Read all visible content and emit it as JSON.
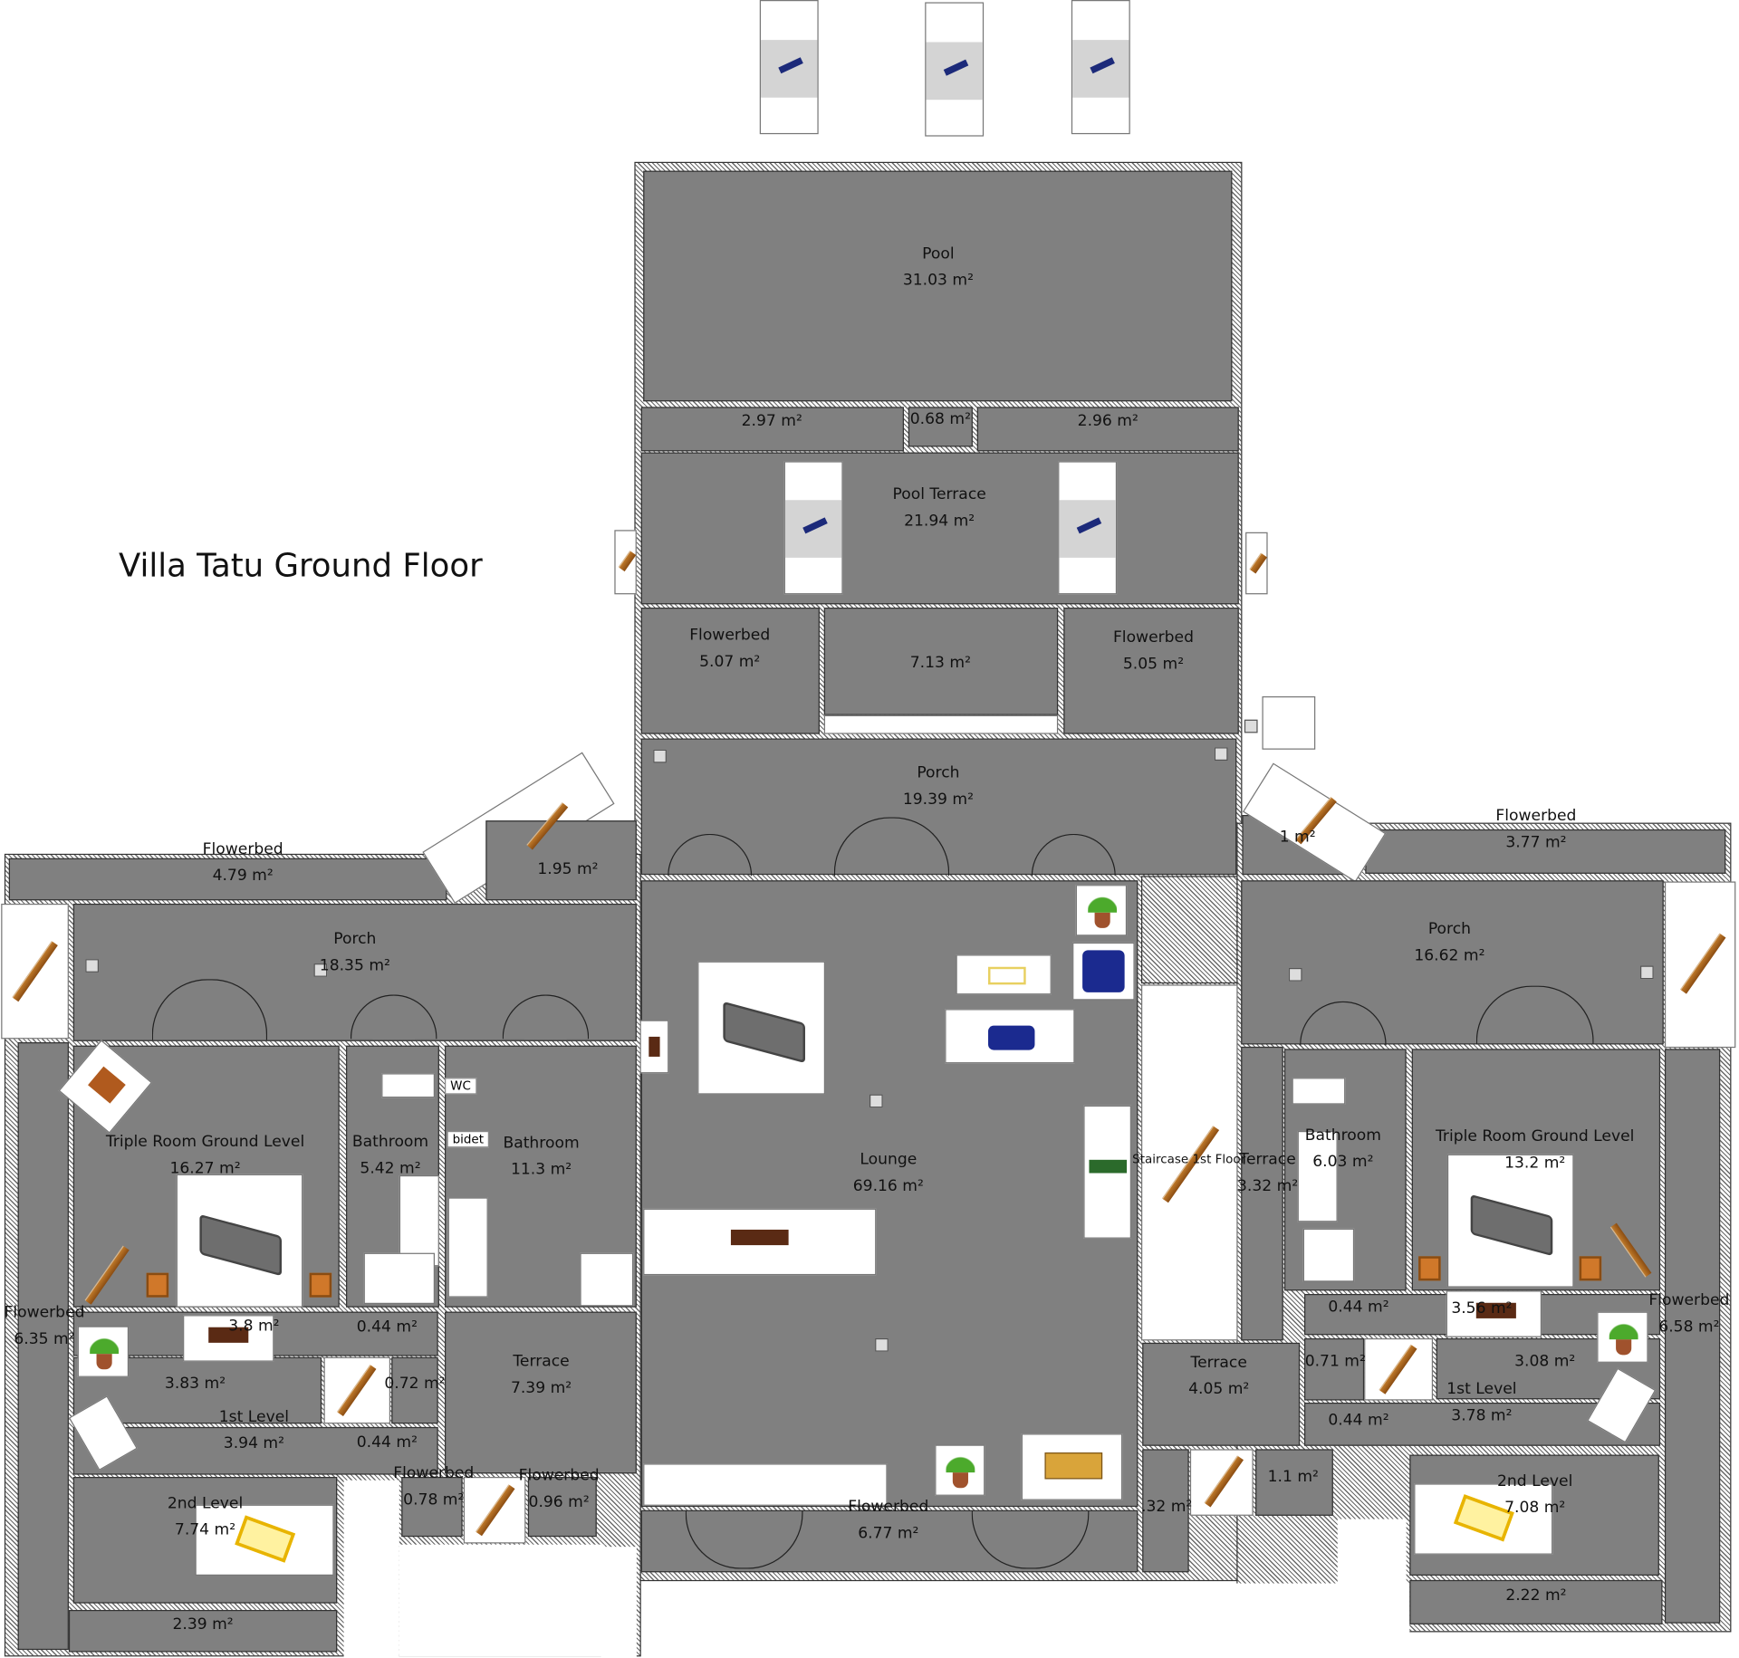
{
  "title": "Villa Tatu Ground Floor",
  "fixtures": {
    "wc": "WC",
    "bidet": "bidet"
  },
  "rooms": [
    {
      "name": "Pool",
      "area": "31.03 m²"
    },
    {
      "name": "",
      "area": "2.97 m²"
    },
    {
      "name": "",
      "area": "0.68 m²"
    },
    {
      "name": "",
      "area": "2.96 m²"
    },
    {
      "name": "Pool Terrace",
      "area": "21.94 m²"
    },
    {
      "name": "Flowerbed",
      "area": "5.07 m²"
    },
    {
      "name": "",
      "area": "7.13 m²"
    },
    {
      "name": "Flowerbed",
      "area": "5.05 m²"
    },
    {
      "name": "Porch",
      "area": "19.39 m²"
    },
    {
      "name": "Flowerbed",
      "area": "4.79 m²"
    },
    {
      "name": "",
      "area": "1.95 m²"
    },
    {
      "name": "Porch",
      "area": "18.35 m²"
    },
    {
      "name": "Flowerbed",
      "area": "6.35 m²"
    },
    {
      "name": "Triple Room Ground Level",
      "area": "16.27 m²"
    },
    {
      "name": "Bathroom",
      "area": "5.42 m²"
    },
    {
      "name": "Bathroom",
      "area": "11.3 m²"
    },
    {
      "name": "",
      "area": "3.8 m²"
    },
    {
      "name": "",
      "area": "3.83 m²"
    },
    {
      "name": "1st Level",
      "area": "3.94 m²"
    },
    {
      "name": "",
      "area": "0.72 m²"
    },
    {
      "name": "",
      "area": "0.44 m²"
    },
    {
      "name": "",
      "area": "0.44 m²"
    },
    {
      "name": "Terrace",
      "area": "7.39 m²"
    },
    {
      "name": "2nd Level",
      "area": "7.74 m²"
    },
    {
      "name": "",
      "area": "2.39 m²"
    },
    {
      "name": "Flowerbed",
      "area": "0.78 m²"
    },
    {
      "name": "Flowerbed",
      "area": "0.96 m²"
    },
    {
      "name": "Lounge",
      "area": "69.16 m²"
    },
    {
      "name": "Flowerbed",
      "area": "6.77 m²"
    },
    {
      "name": "Staircase 1st Floor",
      "area": ""
    },
    {
      "name": "Terrace",
      "area": "3.32 m²"
    },
    {
      "name": "Terrace",
      "area": "4.05 m²"
    },
    {
      "name": "",
      "area": ".32 m²"
    },
    {
      "name": "",
      "area": "1.1 m²"
    },
    {
      "name": "Flowerbed",
      "area": "3.77 m²"
    },
    {
      "name": "",
      "area": "1 m²"
    },
    {
      "name": "Porch",
      "area": "16.62 m²"
    },
    {
      "name": "Bathroom",
      "area": "6.03 m²"
    },
    {
      "name": "Triple Room Ground Level",
      "area": "13.2 m²"
    },
    {
      "name": "Flowerbed",
      "area": "6.58 m²"
    },
    {
      "name": "",
      "area": "0.44 m²"
    },
    {
      "name": "",
      "area": "3.56 m²"
    },
    {
      "name": "",
      "area": "0.71 m²"
    },
    {
      "name": "",
      "area": "3.08 m²"
    },
    {
      "name": "1st Level",
      "area": "3.78 m²"
    },
    {
      "name": "",
      "area": "0.44 m²"
    },
    {
      "name": "2nd Level",
      "area": "7.08 m²"
    },
    {
      "name": "",
      "area": "2.22 m²"
    }
  ]
}
